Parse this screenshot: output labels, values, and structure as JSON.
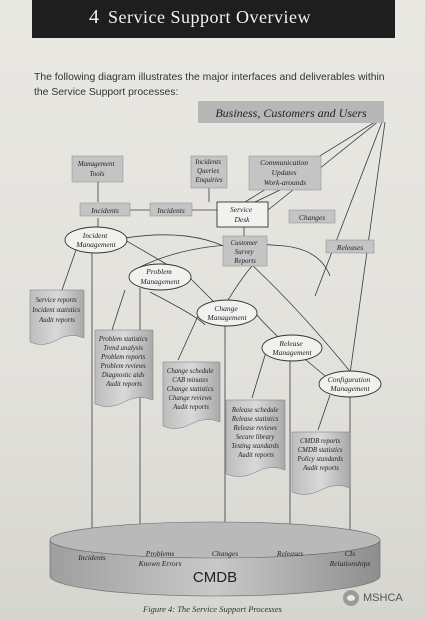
{
  "header": {
    "chapter_number": "4",
    "title": "Service Support Overview"
  },
  "intro": "The following diagram illustrates the major interfaces and deliverables within the Service Support processes:",
  "diagram": {
    "business": "Business, Customers and Users",
    "management_tools": [
      "Management",
      "Tools"
    ],
    "enquiries": [
      "Incidents",
      "Queries",
      "Enquiries"
    ],
    "communication": [
      "Communication",
      "Updates",
      "Work-arounds"
    ],
    "incidents_label_1": "Incidents",
    "incidents_label_2": "Incidents",
    "service_desk": [
      "Service",
      "Desk"
    ],
    "changes_label": "Changes",
    "releases_label": "Releases",
    "survey": [
      "Customer",
      "Survey",
      "Reports"
    ],
    "incident_mgmt": [
      "Incident",
      "Management"
    ],
    "problem_mgmt": [
      "Problem",
      "Management"
    ],
    "change_mgmt": [
      "Change",
      "Management"
    ],
    "release_mgmt": [
      "Release",
      "Management"
    ],
    "config_mgmt": [
      "Configuration",
      "Management"
    ],
    "doc_incident": [
      "Service reports",
      "Incident statistics",
      "Audit reports"
    ],
    "doc_problem": [
      "Problem statistics",
      "Trend analysis",
      "Problem reports",
      "Problem reviews",
      "Diagnostic aids",
      "Audit reports"
    ],
    "doc_change": [
      "Change schedule",
      "CAB minutes",
      "Change statistics",
      "Change reviews",
      "Audit reports"
    ],
    "doc_release": [
      "Release schedule",
      "Release statistics",
      "Release reviews",
      "Secure library",
      "Testing standards",
      "Audit reports"
    ],
    "doc_config": [
      "CMDB reports",
      "CMDB statistics",
      "Policy standards",
      "Audit reports"
    ],
    "cmdb_labels": [
      "Incidents",
      "Problems",
      "Known Errors",
      "Changes",
      "Releases",
      "CIs",
      "Relationships"
    ],
    "cmdb": "CMDB"
  },
  "caption": "Figure 4: The Service Support Processes",
  "watermark": "MSHCA"
}
